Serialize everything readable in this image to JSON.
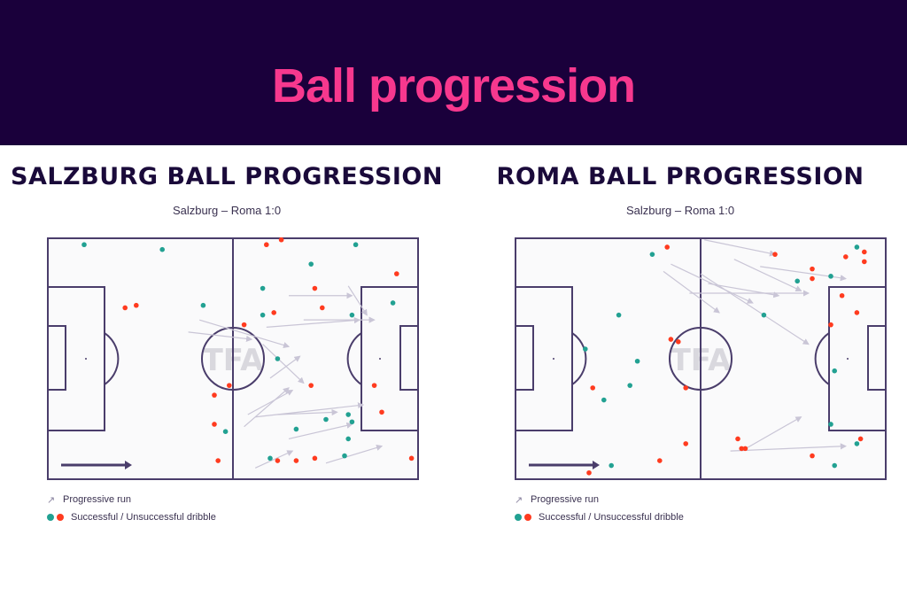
{
  "banner": {
    "title": "Ball progression"
  },
  "colors": {
    "banner_bg": "#1a003b",
    "title_pink": "#f7388e",
    "successful": "#22a192",
    "unsuccessful": "#ff3b1f",
    "line": "#4a3d6b",
    "run": "#c9c5d6"
  },
  "legend": {
    "run_label": "Progressive run",
    "dribble_label": "Successful / Unsuccessful dribble"
  },
  "watermark": "TFA",
  "chart_data": [
    {
      "type": "scatter",
      "title": "SALZBURG BALL PROGRESSION",
      "subtitle": "Salzburg – Roma 1:0",
      "coordinate_system": "pitch 0-100 x (left→right attack), 0-100 y (top→bottom)",
      "successful_dribbles": [
        [
          10,
          3
        ],
        [
          31,
          5
        ],
        [
          42,
          28
        ],
        [
          58,
          32
        ],
        [
          58,
          21
        ],
        [
          83,
          3
        ],
        [
          71,
          11
        ],
        [
          93,
          27
        ],
        [
          82,
          32
        ],
        [
          48,
          80
        ],
        [
          62,
          50
        ],
        [
          67,
          79
        ],
        [
          75,
          75
        ],
        [
          81,
          73
        ],
        [
          81,
          83
        ],
        [
          82,
          76
        ],
        [
          80,
          90
        ],
        [
          60,
          91
        ]
      ],
      "unsuccessful_dribbles": [
        [
          21,
          29
        ],
        [
          24,
          28
        ],
        [
          59,
          3
        ],
        [
          63,
          1
        ],
        [
          94,
          15
        ],
        [
          72,
          21
        ],
        [
          74,
          29
        ],
        [
          61,
          31
        ],
        [
          53,
          36
        ],
        [
          45,
          65
        ],
        [
          49,
          61
        ],
        [
          71,
          61
        ],
        [
          90,
          72
        ],
        [
          88,
          61
        ],
        [
          45,
          77
        ],
        [
          46,
          92
        ],
        [
          62,
          92
        ],
        [
          72,
          91
        ],
        [
          98,
          91
        ],
        [
          67,
          92
        ]
      ],
      "progressive_runs": [
        [
          [
            41,
            34
          ],
          [
            65,
            45
          ]
        ],
        [
          [
            38,
            39
          ],
          [
            55,
            42
          ]
        ],
        [
          [
            81,
            20
          ],
          [
            86,
            32
          ]
        ],
        [
          [
            65,
            24
          ],
          [
            82,
            24
          ]
        ],
        [
          [
            69,
            34
          ],
          [
            88,
            34
          ]
        ],
        [
          [
            59,
            37
          ],
          [
            84,
            34
          ]
        ],
        [
          [
            60,
            58
          ],
          [
            68,
            49
          ]
        ],
        [
          [
            53,
            78
          ],
          [
            65,
            62
          ]
        ],
        [
          [
            54,
            73
          ],
          [
            66,
            63
          ]
        ],
        [
          [
            56,
            74
          ],
          [
            85,
            69
          ]
        ],
        [
          [
            62,
            73
          ],
          [
            78,
            72
          ]
        ],
        [
          [
            65,
            83
          ],
          [
            82,
            77
          ]
        ],
        [
          [
            56,
            95
          ],
          [
            66,
            88
          ]
        ],
        [
          [
            75,
            93
          ],
          [
            90,
            86
          ]
        ],
        [
          [
            58,
            44
          ],
          [
            69,
            60
          ]
        ]
      ]
    },
    {
      "type": "scatter",
      "title": "ROMA BALL PROGRESSION",
      "subtitle": "Salzburg – Roma 1:0",
      "coordinate_system": "pitch 0-100 x (left→right attack), 0-100 y (top→bottom)",
      "successful_dribbles": [
        [
          37,
          7
        ],
        [
          28,
          32
        ],
        [
          33,
          51
        ],
        [
          19,
          46
        ],
        [
          24,
          67
        ],
        [
          31,
          61
        ],
        [
          92,
          4
        ],
        [
          85,
          16
        ],
        [
          76,
          18
        ],
        [
          67,
          32
        ],
        [
          86,
          55
        ],
        [
          85,
          77
        ],
        [
          92,
          85
        ],
        [
          86,
          94
        ],
        [
          26,
          94
        ]
      ],
      "unsuccessful_dribbles": [
        [
          41,
          4
        ],
        [
          70,
          7
        ],
        [
          89,
          8
        ],
        [
          94,
          6
        ],
        [
          94,
          10
        ],
        [
          80,
          13
        ],
        [
          80,
          17
        ],
        [
          88,
          24
        ],
        [
          92,
          31
        ],
        [
          85,
          36
        ],
        [
          42,
          42
        ],
        [
          44,
          43
        ],
        [
          21,
          62
        ],
        [
          46,
          62
        ],
        [
          46,
          85
        ],
        [
          39,
          92
        ],
        [
          20,
          97
        ],
        [
          93,
          83
        ],
        [
          60,
          83
        ],
        [
          61,
          87
        ],
        [
          62,
          87
        ],
        [
          80,
          90
        ]
      ],
      "progressive_runs": [
        [
          [
            51,
            1
          ],
          [
            70,
            7
          ]
        ],
        [
          [
            66,
            12
          ],
          [
            89,
            17
          ]
        ],
        [
          [
            59,
            9
          ],
          [
            77,
            22
          ]
        ],
        [
          [
            42,
            11
          ],
          [
            64,
            27
          ]
        ],
        [
          [
            52,
            19
          ],
          [
            71,
            24
          ]
        ],
        [
          [
            40,
            14
          ],
          [
            55,
            31
          ]
        ],
        [
          [
            47,
            23
          ],
          [
            79,
            23
          ]
        ],
        [
          [
            50,
            15
          ],
          [
            79,
            44
          ]
        ],
        [
          [
            61,
            88
          ],
          [
            77,
            74
          ]
        ],
        [
          [
            58,
            88
          ],
          [
            89,
            86
          ]
        ]
      ]
    }
  ],
  "panels": [
    {
      "title": "SALZBURG BALL PROGRESSION",
      "subtitle": "Salzburg – Roma 1:0"
    },
    {
      "title": "ROMA BALL PROGRESSION",
      "subtitle": "Salzburg – Roma 1:0"
    }
  ]
}
